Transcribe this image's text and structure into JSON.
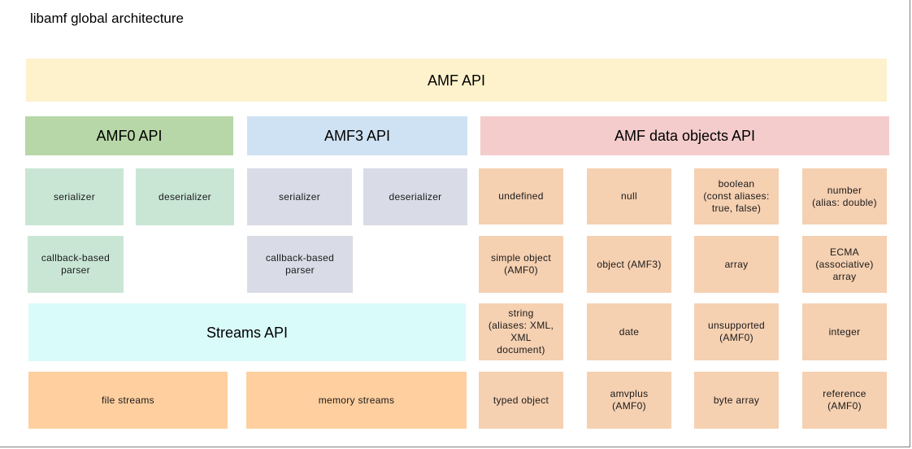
{
  "title": "libamf global architecture",
  "amf_api": "AMF API",
  "amf0": {
    "title": "AMF0 API",
    "serializer": "serializer",
    "deserializer": "deserializer",
    "parser": "callback-based\nparser"
  },
  "amf3": {
    "title": "AMF3 API",
    "serializer": "serializer",
    "deserializer": "deserializer",
    "parser": "callback-based\nparser"
  },
  "streams": {
    "title": "Streams API",
    "file": "file streams",
    "memory": "memory streams"
  },
  "data_objects": {
    "title": "AMF data objects API",
    "items": [
      "undefined",
      "null",
      "boolean\n(const aliases:\ntrue, false)",
      "number\n(alias: double)",
      "simple object\n(AMF0)",
      "object (AMF3)",
      "array",
      "ECMA\n(associative)\narray",
      "string\n(aliases: XML,\nXML\ndocument)",
      "date",
      "unsupported\n(AMF0)",
      "integer",
      "typed object",
      "amvplus\n(AMF0)",
      "byte array",
      "reference\n(AMF0)"
    ]
  },
  "colors": {
    "amf_api": "#fdf2cc",
    "amf0": "#b7d7a8",
    "amf3": "#cfe2f3",
    "data_objects": "#f4cccc",
    "amf0_components": "#c9e6d5",
    "amf3_components": "#d9dbe6",
    "streams": "#d9fbf9",
    "stream_components": "#ffcf9f",
    "data_object_items": "#f5d0b1"
  }
}
